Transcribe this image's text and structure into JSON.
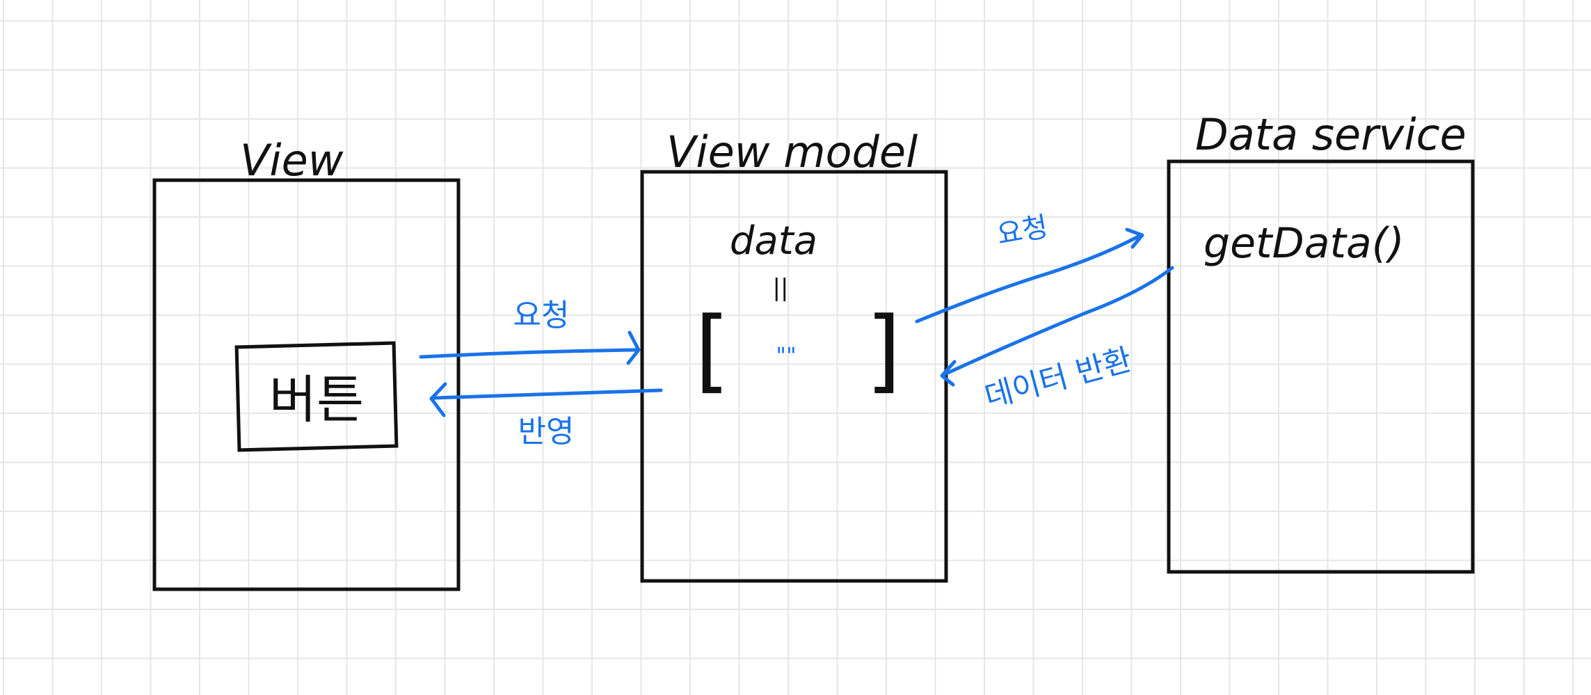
{
  "colors": {
    "ink": "#111111",
    "accent": "#1a73e8"
  },
  "view": {
    "title": "View",
    "button_label": "버튼"
  },
  "view_model": {
    "title": "View model",
    "data_label": "data",
    "equals_mark": "||",
    "bracket_open": "[",
    "bracket_close": "]",
    "quote_mark": "\"\""
  },
  "data_service": {
    "title": "Data service",
    "method_label": "getData()"
  },
  "arrows": {
    "request_to_vm": "요청",
    "reflect_to_view": "반영",
    "request_to_ds": "요청",
    "return_data": "데이터 반환"
  }
}
